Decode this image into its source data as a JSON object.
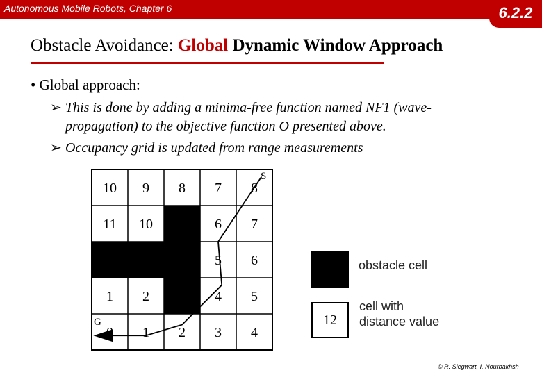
{
  "header": {
    "course_title": "Autonomous Mobile Robots, Chapter 6",
    "section_number": "6.2.2",
    "accent_color": "#c00000"
  },
  "title": {
    "prefix": "Obstacle Avoidance: ",
    "highlight": "Global",
    "suffix": "Dynamic Window Approach"
  },
  "content": {
    "bullet": "Global approach:",
    "sub_items": [
      {
        "line1": "This is done by adding a minima-free function named NF1 (wave-",
        "line2": "propagation) to the objective function O presented above."
      },
      {
        "line1": "Occupancy grid is updated from range measurements"
      }
    ]
  },
  "grid": {
    "rows": [
      [
        "10",
        "9",
        "8",
        "7",
        "8"
      ],
      [
        "11",
        "10",
        "",
        "6",
        "7"
      ],
      [
        "",
        "",
        "",
        "5",
        "6"
      ],
      [
        "1",
        "2",
        "",
        "4",
        "5"
      ],
      [
        "0",
        "1",
        "2",
        "3",
        "4"
      ]
    ],
    "obstacles": [
      [
        1,
        2
      ],
      [
        2,
        0
      ],
      [
        2,
        1
      ],
      [
        2,
        2
      ],
      [
        3,
        2
      ]
    ],
    "start_label": "S",
    "goal_label": "G"
  },
  "legend": {
    "obstacle_label": "obstacle cell",
    "distance_label_line1": "cell with",
    "distance_label_line2": "distance value",
    "distance_example": "12"
  },
  "footer": {
    "copyright": "© R. Siegwart, I. Nourbakhsh"
  }
}
